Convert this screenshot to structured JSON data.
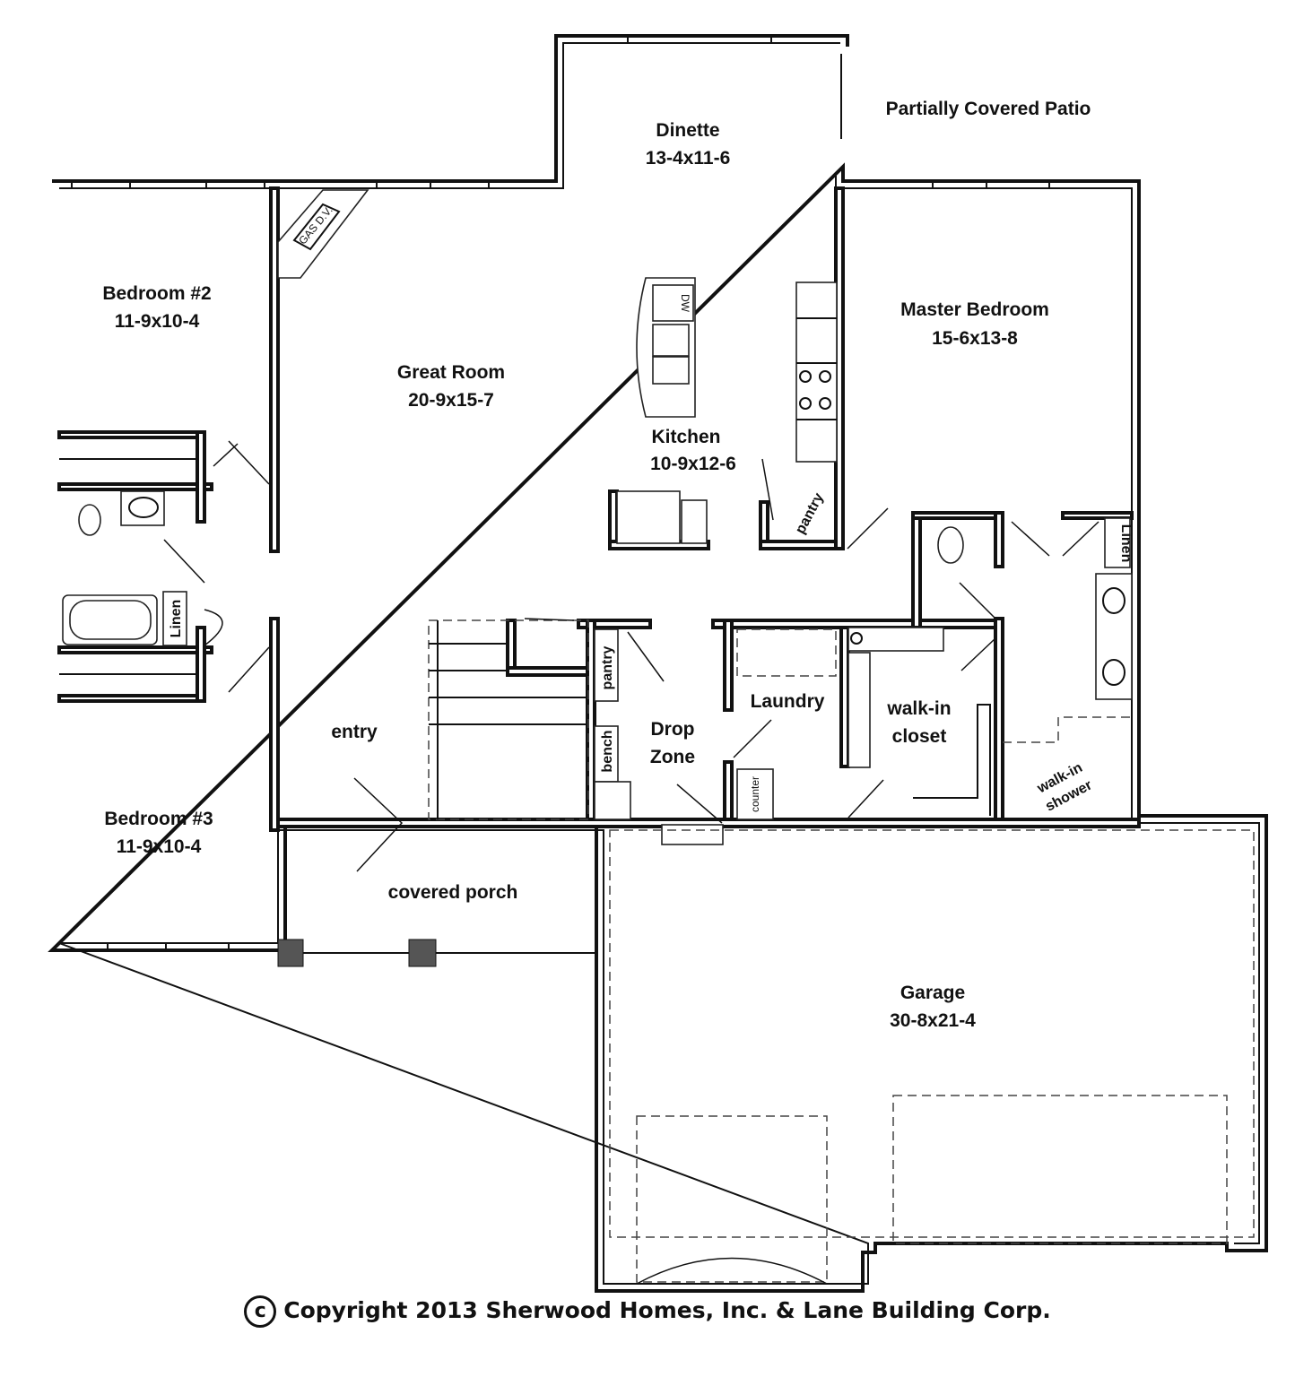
{
  "rooms": {
    "dinette": {
      "name": "Dinette",
      "size": "13-4x11-6"
    },
    "patio": {
      "name": "Partially Covered Patio"
    },
    "bedroom2": {
      "name": "Bedroom #2",
      "size": "11-9x10-4"
    },
    "great_room": {
      "name": "Great Room",
      "size": "20-9x15-7"
    },
    "master_bedroom": {
      "name": "Master Bedroom",
      "size": "15-6x13-8"
    },
    "kitchen": {
      "name": "Kitchen",
      "size": "10-9x12-6"
    },
    "entry": {
      "name": "entry"
    },
    "laundry": {
      "name": "Laundry"
    },
    "walkin_closet": {
      "line1": "walk-in",
      "line2": "closet"
    },
    "drop_zone": {
      "line1": "Drop",
      "line2": "Zone"
    },
    "bedroom3": {
      "name": "Bedroom #3",
      "size": "11-9x10-4"
    },
    "covered_porch": {
      "name": "covered porch"
    },
    "garage": {
      "name": "Garage",
      "size": "30-8x21-4"
    }
  },
  "fixtures": {
    "pantry_kitchen": "pantry",
    "pantry_dropzone": "pantry",
    "linen_hall": "Linen",
    "linen_master": "Linen",
    "bench": "bench",
    "counter": "counter",
    "walkin_shower_line1": "walk-in",
    "walkin_shower_line2": "shower",
    "dishwasher": "DW",
    "fireplace": "GAS D.V."
  },
  "footer": {
    "copyright_symbol": "c",
    "copyright_text": "Copyright 2013 Sherwood Homes, Inc. & Lane Building Corp."
  }
}
